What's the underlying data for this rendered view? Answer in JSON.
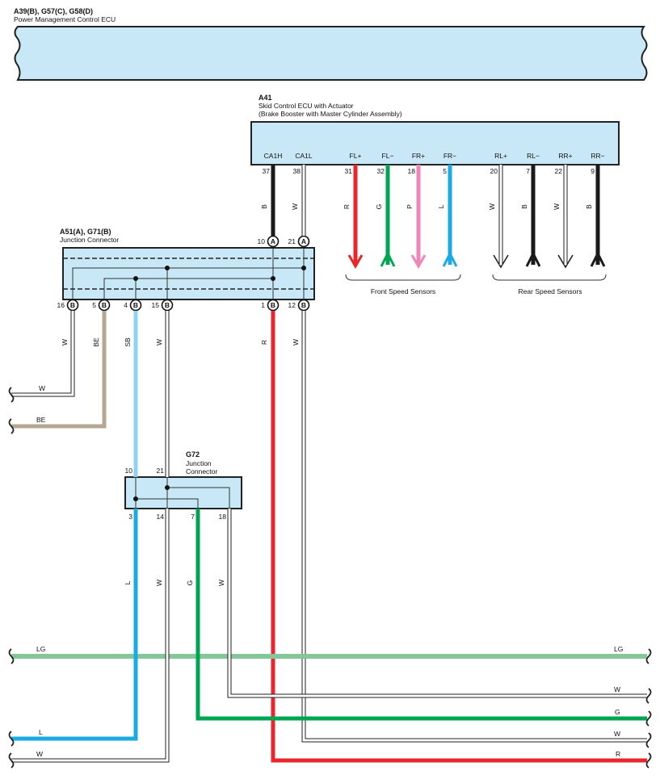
{
  "colors": {
    "B": "#1a1a1a",
    "W": "#ffffff",
    "R": "#e8262b",
    "G": "#00a551",
    "P": "#ee86b7",
    "L": "#1aabe3",
    "BE": "#b6a794",
    "SB": "#8fd3f4",
    "LG": "#86c79a",
    "box": "#c8e8f8"
  },
  "ecu": {
    "code": "A39(B), G57(C), G58(D)",
    "name": "Power Management Control ECU"
  },
  "skid": {
    "code": "A41",
    "name": "Skid Control ECU with Actuator",
    "sub": "(Brake Booster with Master Cylinder Assembly)",
    "pins": [
      {
        "label": "CA1H",
        "num": "37",
        "color": "B",
        "arrow": "none"
      },
      {
        "label": "CA1L",
        "num": "38",
        "color": "W",
        "arrow": "none"
      },
      {
        "label": "FL+",
        "num": "31",
        "color": "R",
        "arrow": "down"
      },
      {
        "label": "FL−",
        "num": "32",
        "color": "G",
        "arrow": "up"
      },
      {
        "label": "FR+",
        "num": "18",
        "color": "P",
        "arrow": "down"
      },
      {
        "label": "FR−",
        "num": "5",
        "color": "L",
        "arrow": "up"
      },
      {
        "label": "RL+",
        "num": "20",
        "color": "W",
        "arrow": "down"
      },
      {
        "label": "RL−",
        "num": "7",
        "color": "B",
        "arrow": "up"
      },
      {
        "label": "RR+",
        "num": "22",
        "color": "W",
        "arrow": "down"
      },
      {
        "label": "RR−",
        "num": "9",
        "color": "B",
        "arrow": "up"
      }
    ],
    "front_group": "Front Speed Sensors",
    "rear_group": "Rear Speed Sensors"
  },
  "jc1": {
    "code": "A51(A), G71(B)",
    "name": "Junction Connector",
    "top_pins": [
      {
        "num": "10",
        "conn": "A"
      },
      {
        "num": "21",
        "conn": "A"
      }
    ],
    "bottom_pins": [
      {
        "num": "16",
        "conn": "B",
        "color": "W"
      },
      {
        "num": "5",
        "conn": "B",
        "color": "BE"
      },
      {
        "num": "4",
        "conn": "B",
        "color": "SB"
      },
      {
        "num": "15",
        "conn": "B",
        "color": "W"
      },
      {
        "num": "1",
        "conn": "B",
        "color": "R"
      },
      {
        "num": "12",
        "conn": "B",
        "color": "W"
      }
    ]
  },
  "jc2": {
    "code": "G72",
    "name": "Junction",
    "name2": "Connector",
    "top_pins": [
      "10",
      "21"
    ],
    "bottom_pins": [
      {
        "num": "3",
        "color": "L"
      },
      {
        "num": "14",
        "color": "W"
      },
      {
        "num": "7",
        "color": "G"
      },
      {
        "num": "18",
        "color": "W"
      }
    ]
  },
  "left_wires": [
    "W",
    "BE"
  ],
  "bus_wires": [
    "LG",
    "W",
    "G",
    "W",
    "R"
  ],
  "bottom_left_wires": [
    "L",
    "W"
  ]
}
